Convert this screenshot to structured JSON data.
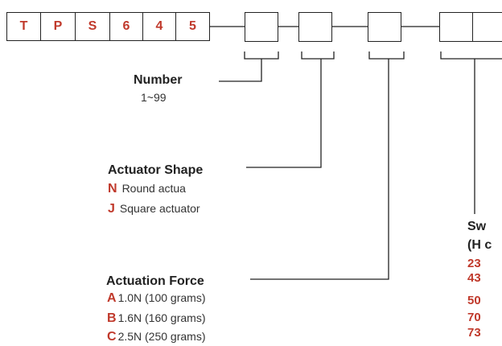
{
  "part_prefix": [
    "T",
    "P",
    "S",
    "6",
    "4",
    "5"
  ],
  "number": {
    "heading": "Number",
    "range": "1~99"
  },
  "actuator_shape": {
    "heading": "Actuator Shape",
    "options": [
      {
        "code": "N",
        "label": "Round actua"
      },
      {
        "code": "J",
        "label": "Square actuator"
      }
    ]
  },
  "actuation_force": {
    "heading": "Actuation Force",
    "options": [
      {
        "code": "A",
        "label": "1.0N  (100 grams)"
      },
      {
        "code": "B",
        "label": "1.6N  (160 grams)"
      },
      {
        "code": "C",
        "label": "2.5N  (250 grams)"
      }
    ]
  },
  "switch_height": {
    "heading_line1": "Sw",
    "heading_line2": "(H c",
    "codes": [
      "23",
      "43",
      "50",
      "70",
      "73"
    ]
  },
  "colors": {
    "code_red": "#c0392b",
    "line": "#222222"
  }
}
